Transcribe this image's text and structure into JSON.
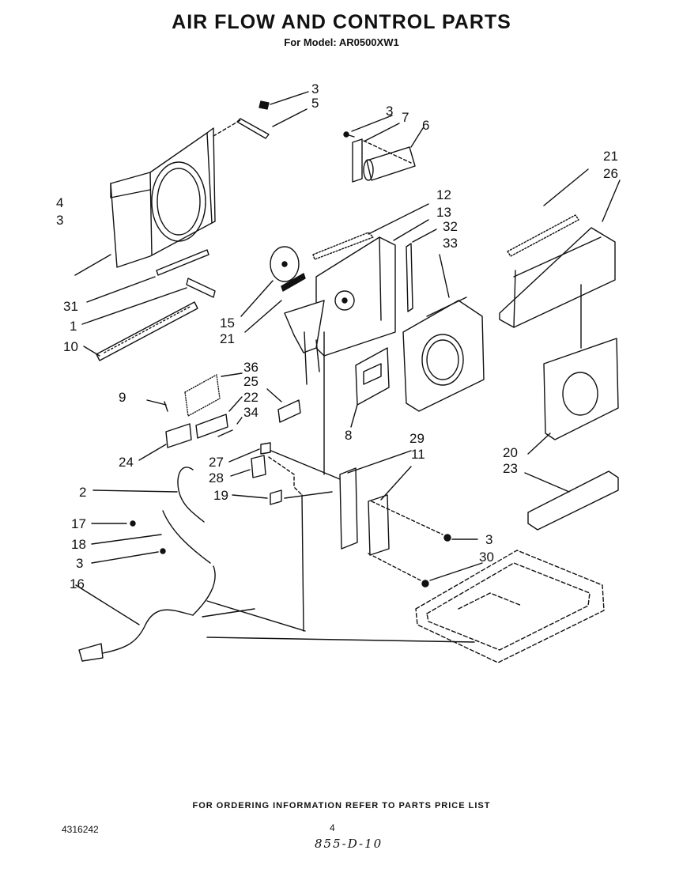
{
  "header": {
    "title": "AIR FLOW AND CONTROL PARTS",
    "subtitle": "For Model: AR0500XW1"
  },
  "callouts": {
    "c3a": "3",
    "c5": "5",
    "c3b": "3",
    "c7": "7",
    "c6": "6",
    "c4": "4",
    "c3c": "3",
    "c21a": "21",
    "c26": "26",
    "c12": "12",
    "c13": "13",
    "c32": "32",
    "c33": "33",
    "c31": "31",
    "c1": "1",
    "c10": "10",
    "c15": "15",
    "c21b": "21",
    "c9": "9",
    "c36": "36",
    "c25": "25",
    "c22": "22",
    "c34": "34",
    "c24": "24",
    "c8": "8",
    "c29": "29",
    "c11": "11",
    "c20": "20",
    "c23": "23",
    "c27": "27",
    "c28": "28",
    "c2": "2",
    "c19": "19",
    "c17": "17",
    "c18": "18",
    "c3d": "3",
    "c3e": "3",
    "c30": "30",
    "c16": "16"
  },
  "footer": {
    "note": "FOR ORDERING INFORMATION REFER TO PARTS PRICE LIST",
    "doc_number": "4316242",
    "page_number": "4",
    "handwritten": "855-D-10"
  }
}
